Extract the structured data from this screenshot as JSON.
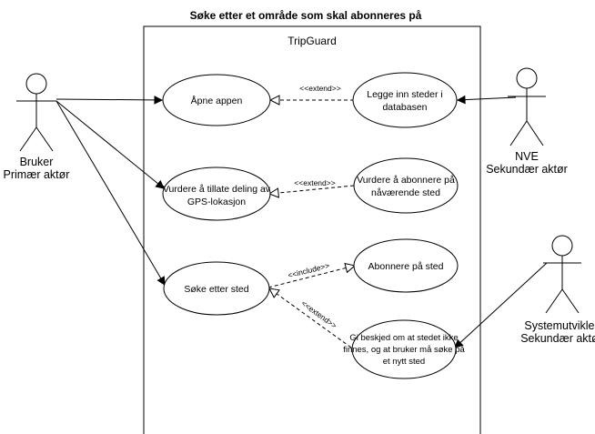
{
  "title": "Søke etter et område som skal abonneres på",
  "system": {
    "name": "TripGuard"
  },
  "actors": {
    "bruker": {
      "name": "Bruker",
      "role": "Primær aktør"
    },
    "nve": {
      "name": "NVE",
      "role": "Sekundær aktør"
    },
    "systemutvikler": {
      "name": "Systemutvikler",
      "role": "Sekundær aktør"
    }
  },
  "use_cases": {
    "apne_appen": [
      "Åpne appen"
    ],
    "legge_inn": [
      "Legge inn steder i",
      "databasen"
    ],
    "vurdere_gps": [
      "Vurdere å tillate deling av",
      "GPS-lokasjon"
    ],
    "vurdere_abonnere": [
      "Vurdere å abonnere på",
      "nåværende sted"
    ],
    "soke": [
      "Søke etter sted"
    ],
    "abonnere": [
      "Abonnere på sted"
    ],
    "gi_beskjed": [
      "Gi beskjed om at stedet ikke",
      "finnes, og at bruker må søke på",
      "et nytt sted"
    ]
  },
  "relations": {
    "extend1": "<<extend>>",
    "extend2": "<<extend>>",
    "include1": "<<include>>",
    "extend3": "<<extend>>"
  }
}
